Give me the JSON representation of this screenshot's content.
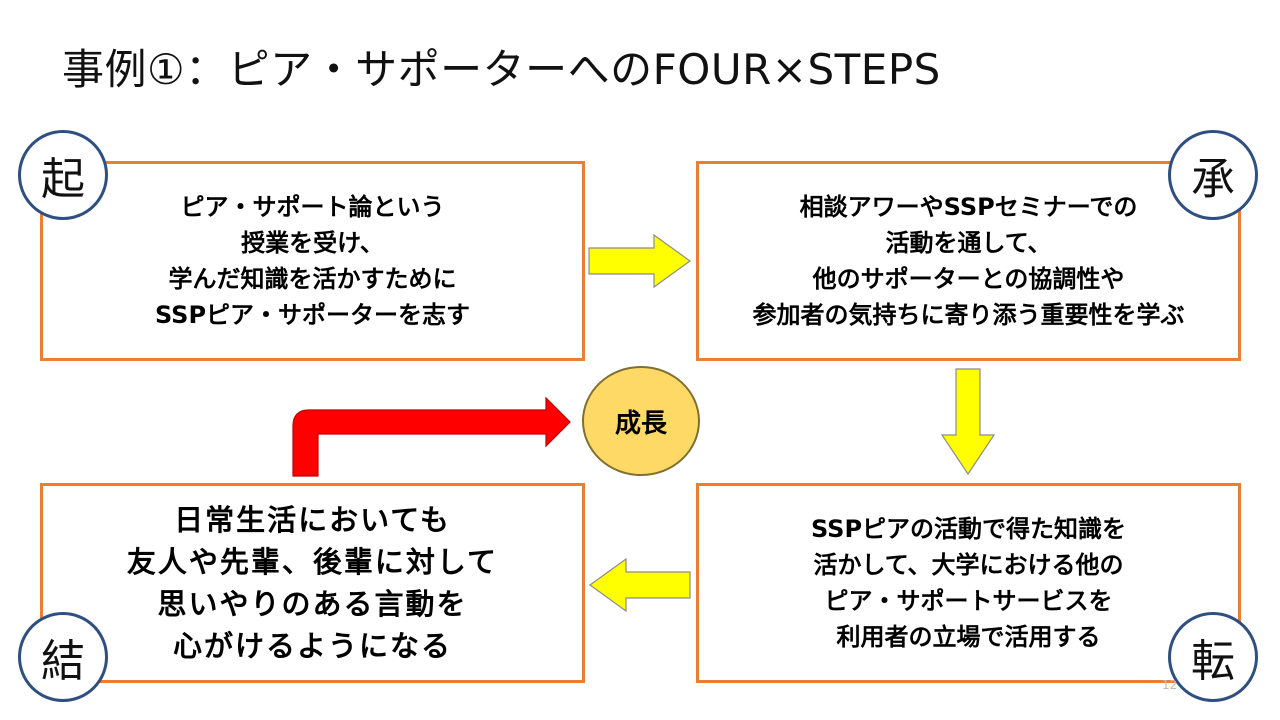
{
  "title": "事例①：ピア・サポーターへのFOUR×STEPS",
  "steps": {
    "ki": {
      "label": "起",
      "lines": [
        "ピア・サポート論という",
        "授業を受け、",
        "学んだ知識を活かすために",
        "SSPピア・サポーターを志す"
      ]
    },
    "sho": {
      "label": "承",
      "lines": [
        "相談アワーやSSPセミナーでの",
        "活動を通して、",
        "他のサポーターとの協調性や",
        "参加者の気持ちに寄り添う重要性を学ぶ"
      ]
    },
    "ten": {
      "label": "転",
      "lines": [
        "SSPピアの活動で得た知識を",
        "活かして、大学における他の",
        "ピア・サポートサービスを",
        "利用者の立場で活用する"
      ]
    },
    "ketsu": {
      "label": "結",
      "lines": [
        "日常生活においても",
        "友人や先輩、後輩に対して",
        "思いやりのある言動を",
        "心がけるようになる"
      ]
    }
  },
  "growth": {
    "label": "成長",
    "fill": "#ffd966"
  },
  "colors": {
    "box_border": "#ed7d31",
    "circle_border": "#2f4f80",
    "step_arrow": "#ffff00",
    "growth_arrow": "#ff0000"
  },
  "page_number": "12"
}
